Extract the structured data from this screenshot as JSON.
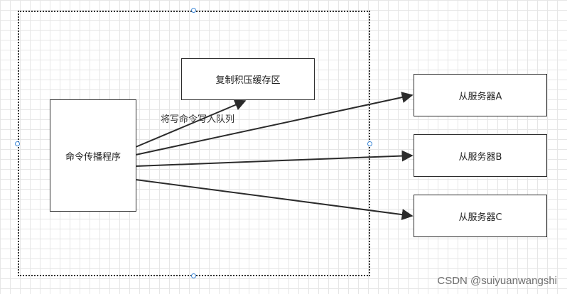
{
  "diagram": {
    "nodes": {
      "backlog": "复制积压缓存区",
      "propagator": "命令传播程序",
      "server_a": "从服务器A",
      "server_b": "从服务器B",
      "server_c": "从服务器C"
    },
    "edge_label": "将写命令写入队列"
  },
  "watermark": "CSDN @suiyuanwangshi",
  "colors": {
    "stroke": "#2b2b2b",
    "handle": "#3b86d6",
    "grid": "#e6e6e6"
  }
}
